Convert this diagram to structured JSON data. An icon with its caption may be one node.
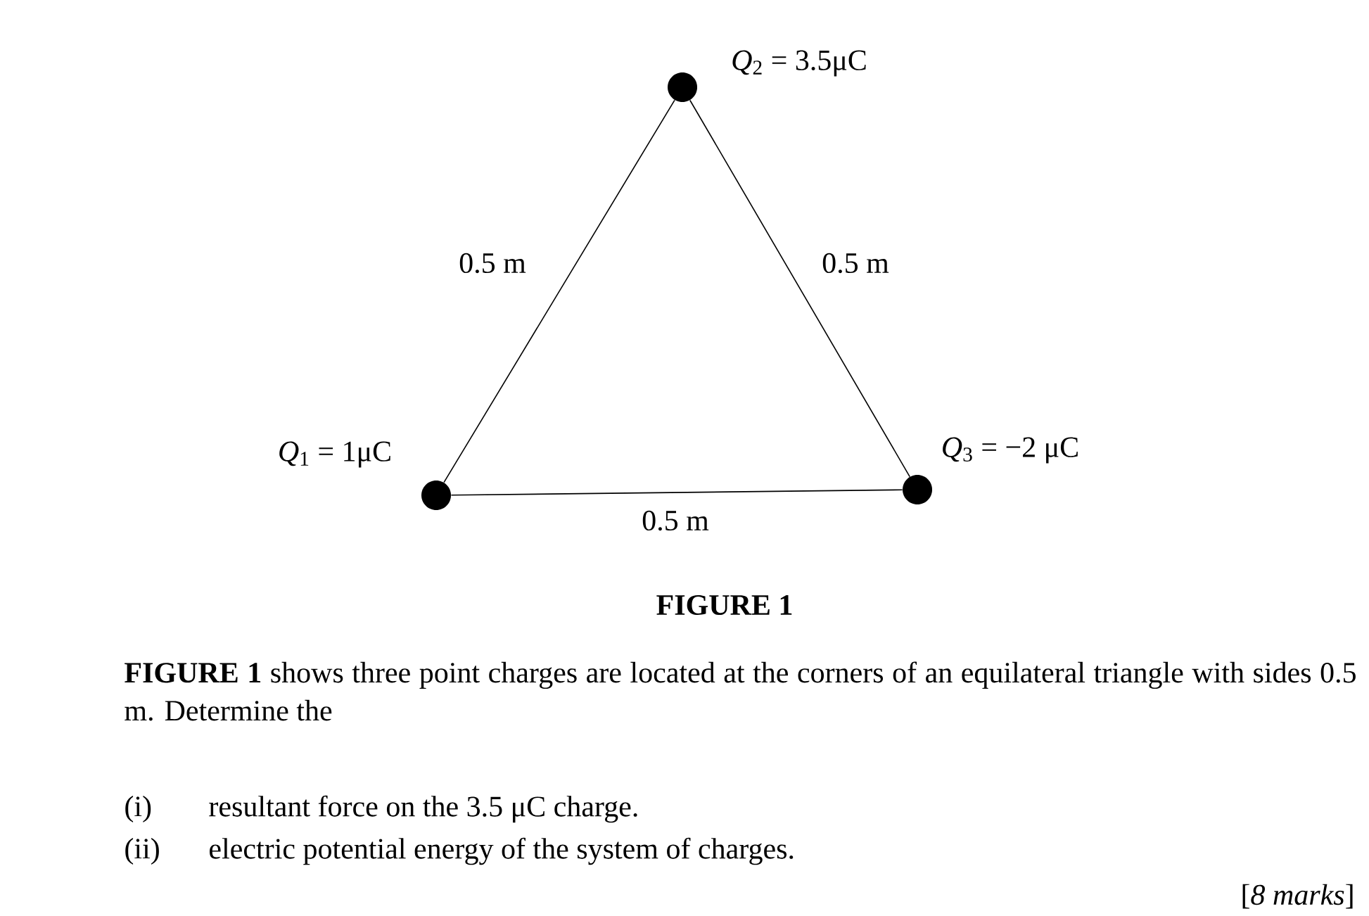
{
  "diagram": {
    "caption": "FIGURE 1",
    "nodes": [
      {
        "text": [],
        "shape": "circle",
        "beside": [
          "*Q*$_{2}$ = 3.5μC"
        ]
      },
      {
        "text": [],
        "shape": "circle",
        "beside": [
          "*Q*$_{1}$ = 1μC"
        ]
      },
      {
        "text": [],
        "shape": "circle",
        "beside": [
          "*Q*$_{3}$ = −2 μC"
        ]
      }
    ],
    "edges": [
      {
        "from": 1,
        "to": 0,
        "arrow": "none",
        "label": "0.5 m"
      },
      {
        "from": 0,
        "to": 2,
        "arrow": "none",
        "label": "0.5 m"
      },
      {
        "from": 1,
        "to": 2,
        "arrow": "none",
        "label": "0.5 m"
      }
    ],
    "labels": [
      "**FIGURE 1** shows three point charges are located at the corners of an equilateral triangle with sides 0.5 m. Determine the",
      "(i)",
      "resultant force on the 3.5 μC charge.",
      "(ii)",
      "electric potential energy of the system of charges.",
      "[*8 marks*]"
    ]
  }
}
